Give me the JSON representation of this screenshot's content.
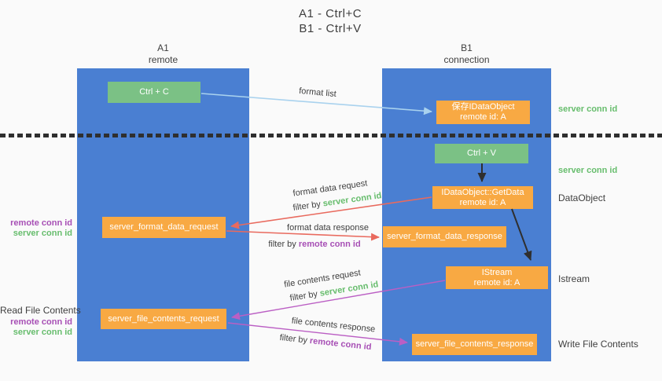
{
  "title": {
    "line1": "A1 - Ctrl+C",
    "line2": "B1 - Ctrl+V"
  },
  "lifelines": {
    "a1": {
      "name": "A1",
      "role": "remote"
    },
    "b1": {
      "name": "B1",
      "role": "connection"
    }
  },
  "nodes": {
    "ctrl_c": {
      "label": "Ctrl + C"
    },
    "save_dataobject": {
      "line1": "保存IDataObject",
      "line2": "remote id: A"
    },
    "ctrl_v": {
      "label": "Ctrl + V"
    },
    "getdata": {
      "line1": "IDataObject::GetData",
      "line2": "remote id: A"
    },
    "format_request": {
      "label": "server_format_data_request"
    },
    "format_response": {
      "label": "server_format_data_response"
    },
    "istream": {
      "line1": "IStream",
      "line2": "remote id: A"
    },
    "file_request": {
      "label": "server_file_contents_request"
    },
    "file_response": {
      "label": "server_file_contents_response"
    }
  },
  "flow_labels": {
    "format_list": "format list",
    "format_data_request": "format data request",
    "format_data_response": "format data response",
    "file_contents_request": "file contents request",
    "file_contents_response": "file contents response",
    "filter_by": "filter by",
    "server_conn_id": "server conn id",
    "remote_conn_id": "remote conn id"
  },
  "right_labels": {
    "server_conn_id_top": "server conn id",
    "server_conn_id_mid": "server conn id",
    "dataobject": "DataObject",
    "istream": "Istream",
    "write_file_contents": "Write File Contents"
  },
  "left_labels": {
    "remote_conn_id_top": "remote conn id",
    "server_conn_id_top": "server conn id",
    "read_file_contents": "Read File Contents",
    "remote_conn_id_bottom": "remote conn id",
    "server_conn_id_bottom": "server conn id"
  },
  "colors": {
    "column_blue": "#4a7fd2",
    "box_green": "#7bc185",
    "box_orange": "#f8a943",
    "text_green": "#67bd6d",
    "text_purple": "#a74fb5",
    "arrow_red": "#e96a5e",
    "arrow_magenta": "#bb5fc4",
    "arrow_lightblue": "#a9d2ee",
    "arrow_black": "#2f2f2f",
    "text_dark": "#3f3f3f",
    "background": "#fafafa"
  }
}
